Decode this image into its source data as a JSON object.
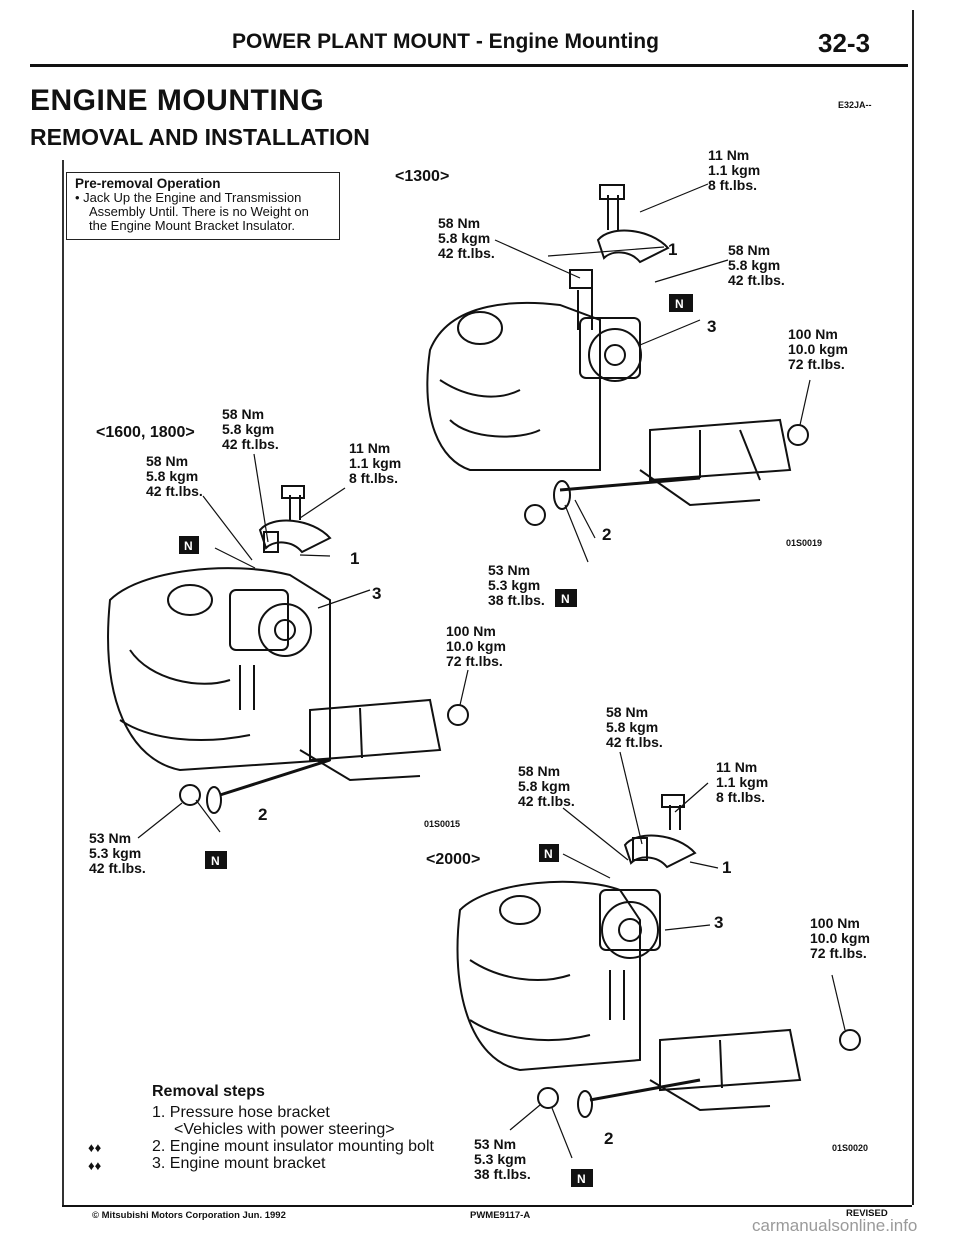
{
  "header": {
    "section": "POWER PLANT MOUNT - Engine Mounting",
    "page_number": "32-3"
  },
  "title": "ENGINE MOUNTING",
  "title_code": "E32JA--",
  "subtitle": "REMOVAL AND INSTALLATION",
  "pre_removal": {
    "title": "Pre-removal Operation",
    "lines": [
      "•  Jack Up the Engine and Transmission",
      "Assembly Until. There is no Weight on",
      "the Engine Mount Bracket Insulator."
    ]
  },
  "diagrams": [
    {
      "variant": "<1300>",
      "code": "01S0019",
      "torques": {
        "upper_bolt": [
          "11 Nm",
          "1.1 kgm",
          "8 ft.lbs."
        ],
        "left_nut": [
          "58 Nm",
          "5.8 kgm",
          "42 ft.lbs."
        ],
        "right_nut": [
          "58 Nm",
          "5.8 kgm",
          "42 ft.lbs."
        ],
        "frame_nut": [
          "100 Nm",
          "10.0 kgm",
          "72 ft.lbs."
        ],
        "lower_nut": [
          "53 Nm",
          "5.3 kgm",
          "38 ft.lbs."
        ]
      },
      "callouts": [
        "1",
        "3",
        "2"
      ]
    },
    {
      "variant": "<1600, 1800>",
      "code": "01S0015",
      "torques": {
        "top_nut": [
          "58 Nm",
          "5.8 kgm",
          "42 ft.lbs."
        ],
        "left_nut": [
          "58 Nm",
          "5.8 kgm",
          "42 ft.lbs."
        ],
        "upper_bolt": [
          "11 Nm",
          "1.1 kgm",
          "8 ft.lbs."
        ],
        "frame_nut": [
          "100 Nm",
          "10.0 kgm",
          "72 ft.lbs."
        ],
        "lower_nut": [
          "53 Nm",
          "5.3 kgm",
          "42 ft.lbs."
        ]
      },
      "callouts": [
        "1",
        "3",
        "2"
      ]
    },
    {
      "variant": "<2000>",
      "code": "01S0020",
      "torques": {
        "top_nut": [
          "58 Nm",
          "5.8 kgm",
          "42 ft.lbs."
        ],
        "left_nut": [
          "58 Nm",
          "5.8 kgm",
          "42 ft.lbs."
        ],
        "upper_bolt": [
          "11 Nm",
          "1.1 kgm",
          "8 ft.lbs."
        ],
        "frame_nut": [
          "100 Nm",
          "10.0 kgm",
          "72 ft.lbs."
        ],
        "lower_nut": [
          "53 Nm",
          "5.3 kgm",
          "38 ft.lbs."
        ]
      },
      "callouts": [
        "1",
        "3",
        "2"
      ]
    }
  ],
  "removal_steps": {
    "title": "Removal steps",
    "items": [
      "1.  Pressure hose bracket",
      "<Vehicles with power steering>",
      "2.  Engine mount insulator mounting bolt",
      "3.  Engine mount bracket"
    ],
    "markers": [
      "♦♦",
      "♦♦"
    ]
  },
  "footer": {
    "copyright": "© Mitsubishi Motors Corporation   Jun. 1992",
    "doc_id": "PWME9117-A",
    "revised": "REVISED"
  },
  "watermark": "carmanualsonline.info",
  "n_icon_letter": "N"
}
